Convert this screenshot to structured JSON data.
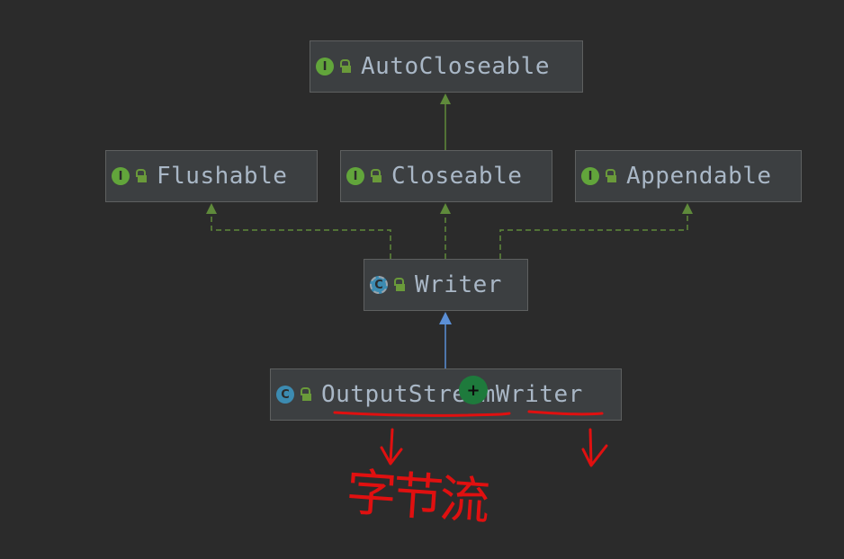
{
  "diagram": {
    "nodes": [
      {
        "id": "autocloseable",
        "label": "AutoCloseable",
        "kind": "interface",
        "badge": "I"
      },
      {
        "id": "flushable",
        "label": "Flushable",
        "kind": "interface",
        "badge": "I"
      },
      {
        "id": "closeable",
        "label": "Closeable",
        "kind": "interface",
        "badge": "I"
      },
      {
        "id": "appendable",
        "label": "Appendable",
        "kind": "interface",
        "badge": "I"
      },
      {
        "id": "writer",
        "label": "Writer",
        "kind": "abstract-class",
        "badge": "C"
      },
      {
        "id": "outputstreamwriter",
        "label": "OutputStreamWriter",
        "kind": "class",
        "badge": "C"
      }
    ],
    "edges": [
      {
        "from": "closeable",
        "to": "autocloseable",
        "type": "extends"
      },
      {
        "from": "writer",
        "to": "flushable",
        "type": "implements"
      },
      {
        "from": "writer",
        "to": "closeable",
        "type": "implements"
      },
      {
        "from": "writer",
        "to": "appendable",
        "type": "implements"
      },
      {
        "from": "outputstreamwriter",
        "to": "writer",
        "type": "extends"
      }
    ]
  },
  "annotation": {
    "handwritten_text": "字节流",
    "color": "#e01010"
  },
  "cursor": {
    "glyph": "+"
  },
  "colors": {
    "background": "#2b2b2b",
    "node_bg": "#3c3f41",
    "text": "#a9b7c6",
    "interface_badge": "#62a53b",
    "class_badge": "#3c8bb1",
    "implements_edge": "#5f8a3b",
    "extends_edge": "#5b8fd6"
  }
}
